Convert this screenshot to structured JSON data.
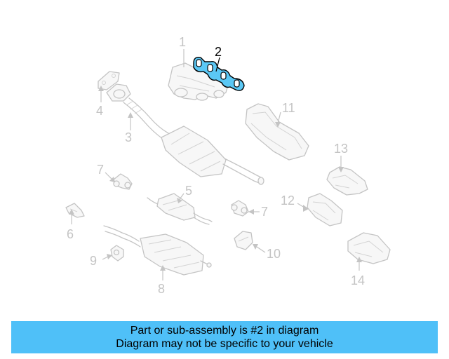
{
  "diagram": {
    "callouts": {
      "c1": "1",
      "c2": "2",
      "c3": "3",
      "c4": "4",
      "c5": "5",
      "c6": "6",
      "c7a": "7",
      "c7b": "7",
      "c8": "8",
      "c9": "9",
      "c10": "10",
      "c11": "11",
      "c12": "12",
      "c13": "13",
      "c14": "14"
    },
    "highlighted_part": "2",
    "colors": {
      "highlight_fill": "#5bc8f5",
      "part_stroke": "#c4c4c4",
      "banner_background": "#4fc0f8"
    }
  },
  "banner": {
    "line1": "Part or sub-assembly is #2 in diagram",
    "line2": "Diagram may not be specific to your vehicle"
  }
}
